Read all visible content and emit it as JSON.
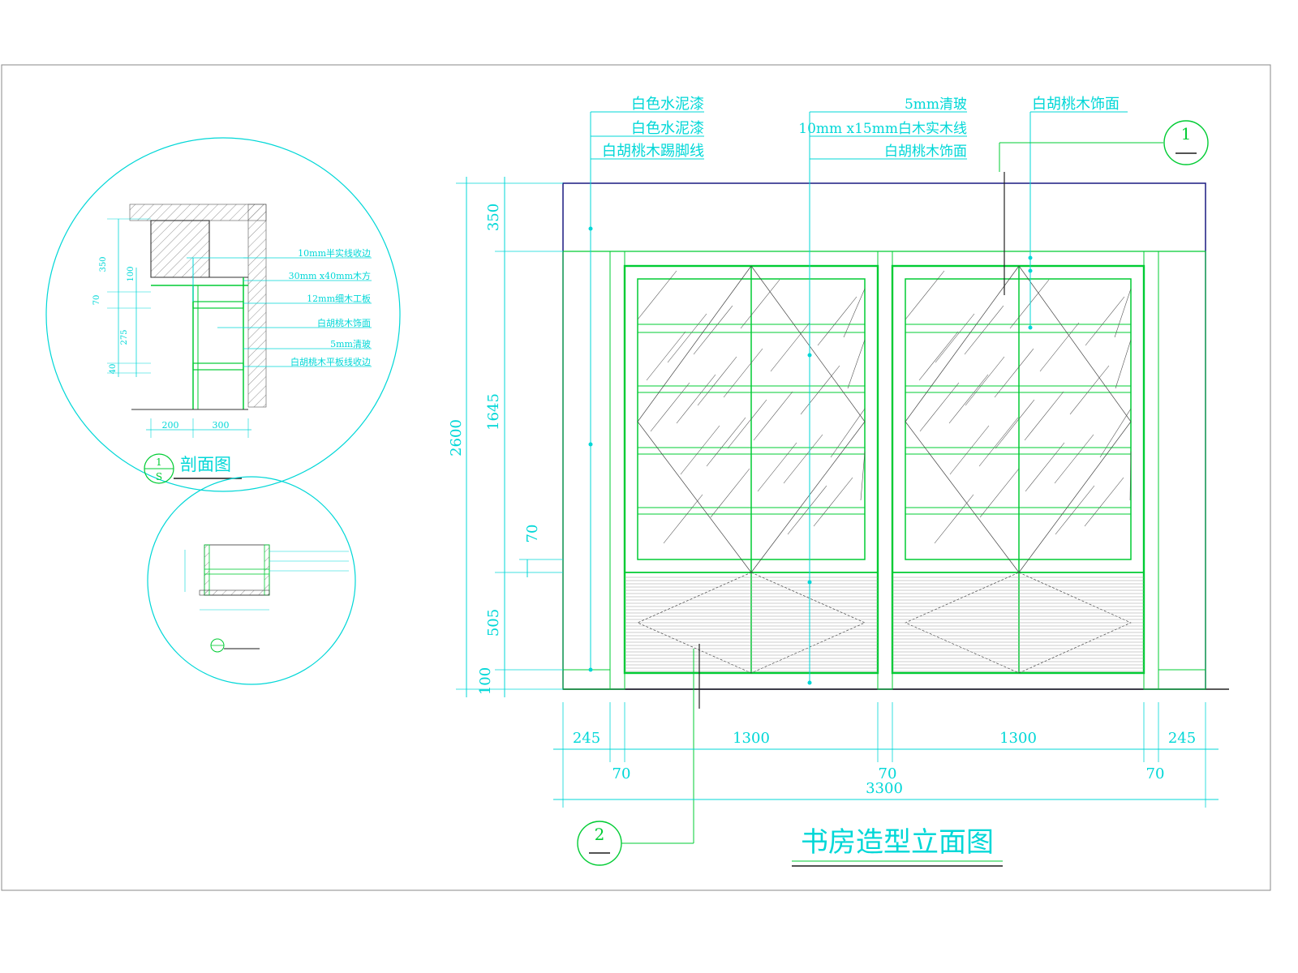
{
  "title": "书房造型立面图",
  "section_title": "剖面图",
  "section_marker": {
    "top": "1",
    "bottom": "S"
  },
  "elevation_markers": [
    {
      "id": "marker-1",
      "label": "1"
    },
    {
      "id": "marker-2",
      "label": "2"
    }
  ],
  "callouts_left": [
    "白色水泥漆",
    "白色水泥漆",
    "白胡桃木踢脚线"
  ],
  "callouts_mid": [
    "5mm清玻",
    "10mm x15mm白木实木线",
    "白胡桃木饰面"
  ],
  "callouts_right": [
    "白胡桃木饰面"
  ],
  "section_notes": [
    "10mm半实线收边",
    "30mm x40mm木方",
    "12mm细木工板",
    "白胡桃木饰面",
    "5mm清玻",
    "白胡桃木平板线收边"
  ],
  "section_dims_vertical": [
    "350",
    "100",
    "70",
    "275",
    "40"
  ],
  "section_dims_horizontal": [
    "200",
    "300"
  ],
  "dims_vertical": {
    "overall": "2600",
    "top": "350",
    "glass": "1645",
    "rail": "70",
    "base_panel": "505",
    "skirting": "100"
  },
  "dims_horizontal": {
    "row1": [
      "245",
      "1300",
      "1300",
      "245"
    ],
    "row2": [
      "70",
      "70",
      "70"
    ],
    "overall": "3300"
  },
  "colors": {
    "cyan": "#00d7d7",
    "green": "#00cc33",
    "navy": "#1a1a80",
    "frame": "#888888"
  }
}
